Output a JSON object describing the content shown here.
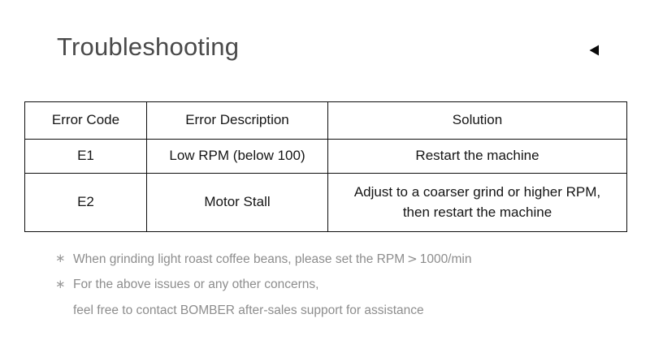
{
  "header": {
    "title": "Troubleshooting",
    "back_icon": "triangle-left-icon"
  },
  "table": {
    "columns": [
      "Error Code",
      "Error Description",
      "Solution"
    ],
    "rows": [
      {
        "code": "E1",
        "description": "Low RPM (below 100)",
        "solution_line1": "Restart the machine",
        "solution_line2": ""
      },
      {
        "code": "E2",
        "description": "Motor Stall",
        "solution_line1": "Adjust to a coarser grind or higher RPM,",
        "solution_line2": "then restart the machine"
      }
    ]
  },
  "notes": {
    "marker": "∗",
    "items": [
      {
        "text_before": "When grinding light roast coffee beans, please set the RPM",
        "symbol": ">",
        "text_after": "1000/min",
        "continuation": ""
      },
      {
        "text_before": "For the above issues or any other concerns,",
        "symbol": "",
        "text_after": "",
        "continuation": "feel free to contact BOMBER after-sales support for assistance"
      }
    ]
  },
  "colors": {
    "title": "#4a4a4a",
    "table_text": "#151515",
    "table_border": "#0d0d0d",
    "note_text": "#8d8d8d",
    "background": "#ffffff"
  }
}
